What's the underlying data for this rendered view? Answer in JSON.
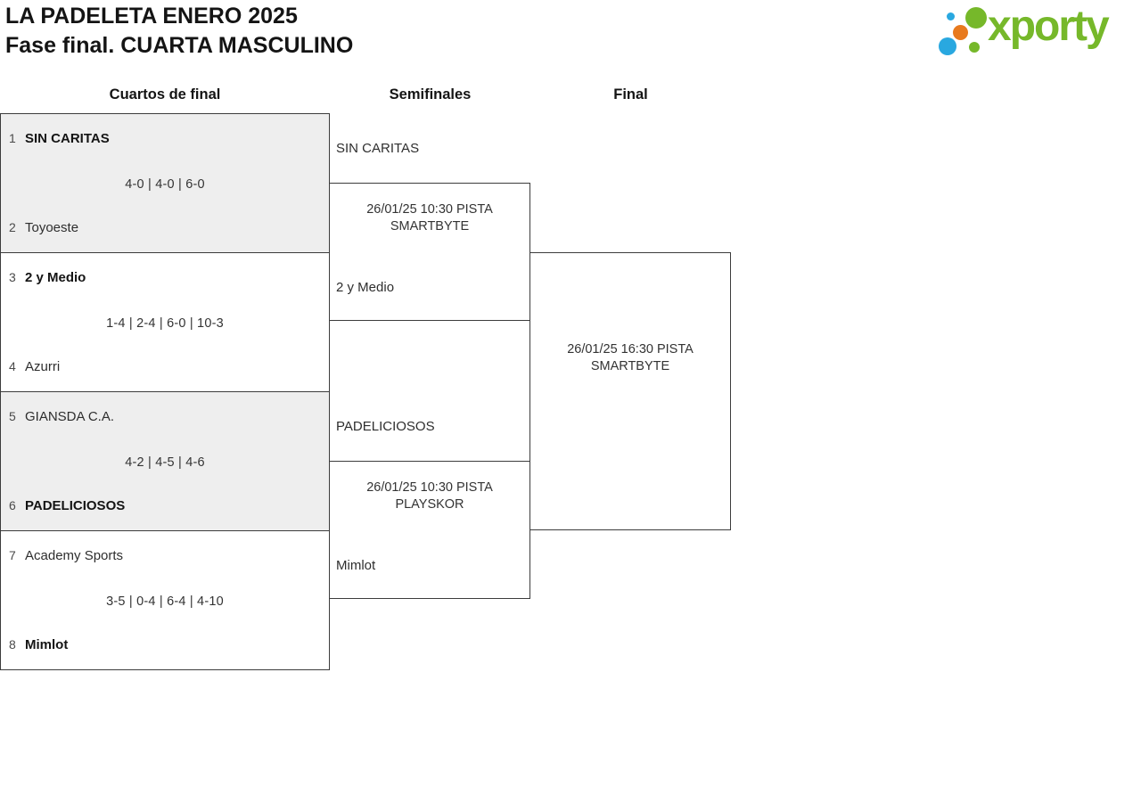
{
  "header": {
    "title_line1": "LA PADELETA ENERO 2025",
    "title_line2": "Fase final. CUARTA MASCULINO",
    "logo_text": "xporty"
  },
  "column_headers": {
    "quarterfinals": "Cuartos de final",
    "semifinals": "Semifinales",
    "final": "Final"
  },
  "bracket": {
    "quarterfinals": [
      {
        "seed_top": "1",
        "team_top": "SIN CARITAS",
        "top_winner": true,
        "score": "4-0 | 4-0 | 6-0",
        "seed_bottom": "2",
        "team_bottom": "Toyoeste",
        "bottom_winner": false
      },
      {
        "seed_top": "3",
        "team_top": "2 y Medio",
        "top_winner": true,
        "score": "1-4 | 2-4 | 6-0 | 10-3",
        "seed_bottom": "4",
        "team_bottom": "Azurri",
        "bottom_winner": false
      },
      {
        "seed_top": "5",
        "team_top": "GIANSDA C.A.",
        "top_winner": false,
        "score": "4-2 | 4-5 | 4-6",
        "seed_bottom": "6",
        "team_bottom": "PADELICIOSOS",
        "bottom_winner": true
      },
      {
        "seed_top": "7",
        "team_top": "Academy Sports",
        "top_winner": false,
        "score": "3-5 | 0-4 | 6-4 | 4-10",
        "seed_bottom": "8",
        "team_bottom": "Mimlot",
        "bottom_winner": true
      }
    ],
    "semifinals": [
      {
        "team_top": "SIN CARITAS",
        "schedule_line1": "26/01/25 10:30 PISTA",
        "schedule_line2": "SMARTBYTE",
        "team_bottom": "2 y Medio"
      },
      {
        "team_top": "PADELICIOSOS",
        "schedule_line1": "26/01/25 10:30 PISTA",
        "schedule_line2": "PLAYSKOR",
        "team_bottom": "Mimlot"
      }
    ],
    "final": {
      "schedule_line1": "26/01/25 16:30 PISTA",
      "schedule_line2": "SMARTBYTE"
    }
  },
  "colors": {
    "brand_green": "#76b82a",
    "brand_blue": "#29a8e0",
    "brand_orange": "#e87a1e",
    "box_shade": "#eeeeee",
    "border": "#3c3c3c"
  }
}
